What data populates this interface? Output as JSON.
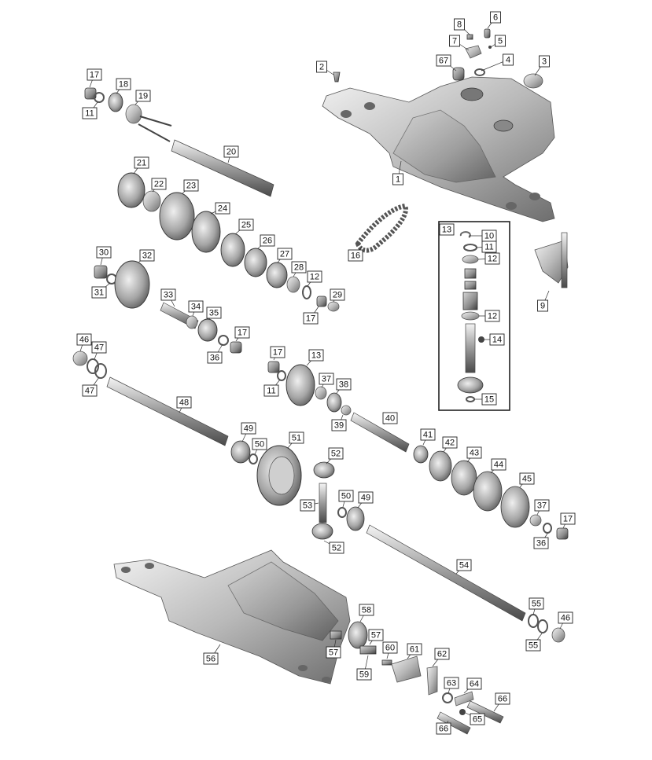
{
  "diagram": {
    "callouts": {
      "c1": "1",
      "c2": "2",
      "c3": "3",
      "c4": "4",
      "c5": "5",
      "c6": "6",
      "c7": "7",
      "c8": "8",
      "c9": "9",
      "c10": "10",
      "c11": "11",
      "c12": "12",
      "c13": "13",
      "c14": "14",
      "c15": "15",
      "c16": "16",
      "c17": "17",
      "c18": "18",
      "c19": "19",
      "c20": "20",
      "c21": "21",
      "c22": "22",
      "c23": "23",
      "c24": "24",
      "c25": "25",
      "c26": "26",
      "c27": "27",
      "c28": "28",
      "c29": "29",
      "c30": "30",
      "c31": "31",
      "c32": "32",
      "c33": "33",
      "c34": "34",
      "c35": "35",
      "c36": "36",
      "c37": "37",
      "c38": "38",
      "c39": "39",
      "c40": "40",
      "c41": "41",
      "c42": "42",
      "c43": "43",
      "c44": "44",
      "c45": "45",
      "c46": "46",
      "c47": "47",
      "c48": "48",
      "c49": "49",
      "c50": "50",
      "c51": "51",
      "c52": "52",
      "c53": "53",
      "c54": "54",
      "c55": "55",
      "c56": "56",
      "c57": "57",
      "c58": "58",
      "c59": "59",
      "c60": "60",
      "c61": "61",
      "c62": "62",
      "c63": "63",
      "c64": "64",
      "c65": "65",
      "c66": "66",
      "c67": "67"
    }
  }
}
